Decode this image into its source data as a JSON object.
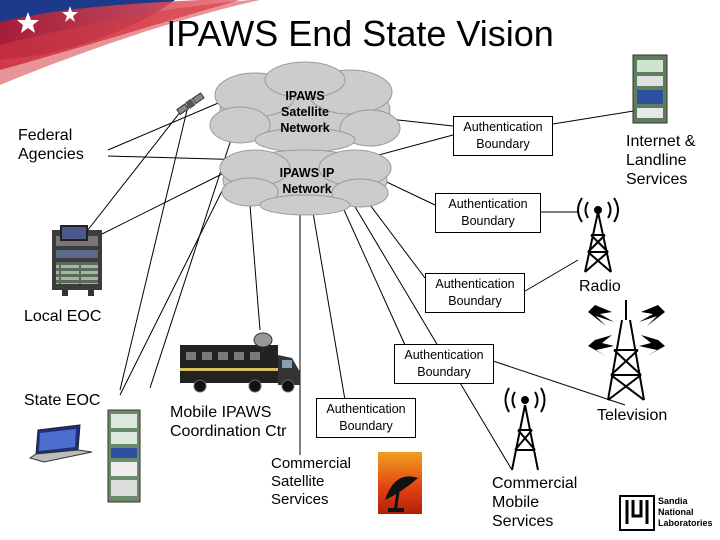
{
  "title": "IPAWS End State Vision",
  "clouds": {
    "satellite": [
      "IPAWS",
      "Satellite",
      "Network"
    ],
    "ip": [
      "IPAWS IP",
      "Network"
    ]
  },
  "boundaries": {
    "b1": [
      "Authentication",
      "Boundary"
    ],
    "b2": [
      "Authentication",
      "Boundary"
    ],
    "b3": [
      "Authentication",
      "Boundary"
    ],
    "b4": [
      "Authentication",
      "Boundary"
    ],
    "b5": [
      "Authentication",
      "Boundary"
    ]
  },
  "nodes": {
    "federal": [
      "Federal",
      "Agencies"
    ],
    "internet": [
      "Internet &",
      "Landline",
      "Services"
    ],
    "radio": "Radio",
    "local_eoc": "Local EOC",
    "state_eoc": "State EOC",
    "mobile": [
      "Mobile IPAWS",
      "Coordination Ctr"
    ],
    "television": "Television",
    "comm_sat": [
      "Commercial",
      "Satellite",
      "Services"
    ],
    "comm_mobile": [
      "Commercial",
      "Mobile",
      "Services"
    ]
  },
  "logo": [
    "Sandia",
    "National",
    "Laboratories"
  ]
}
